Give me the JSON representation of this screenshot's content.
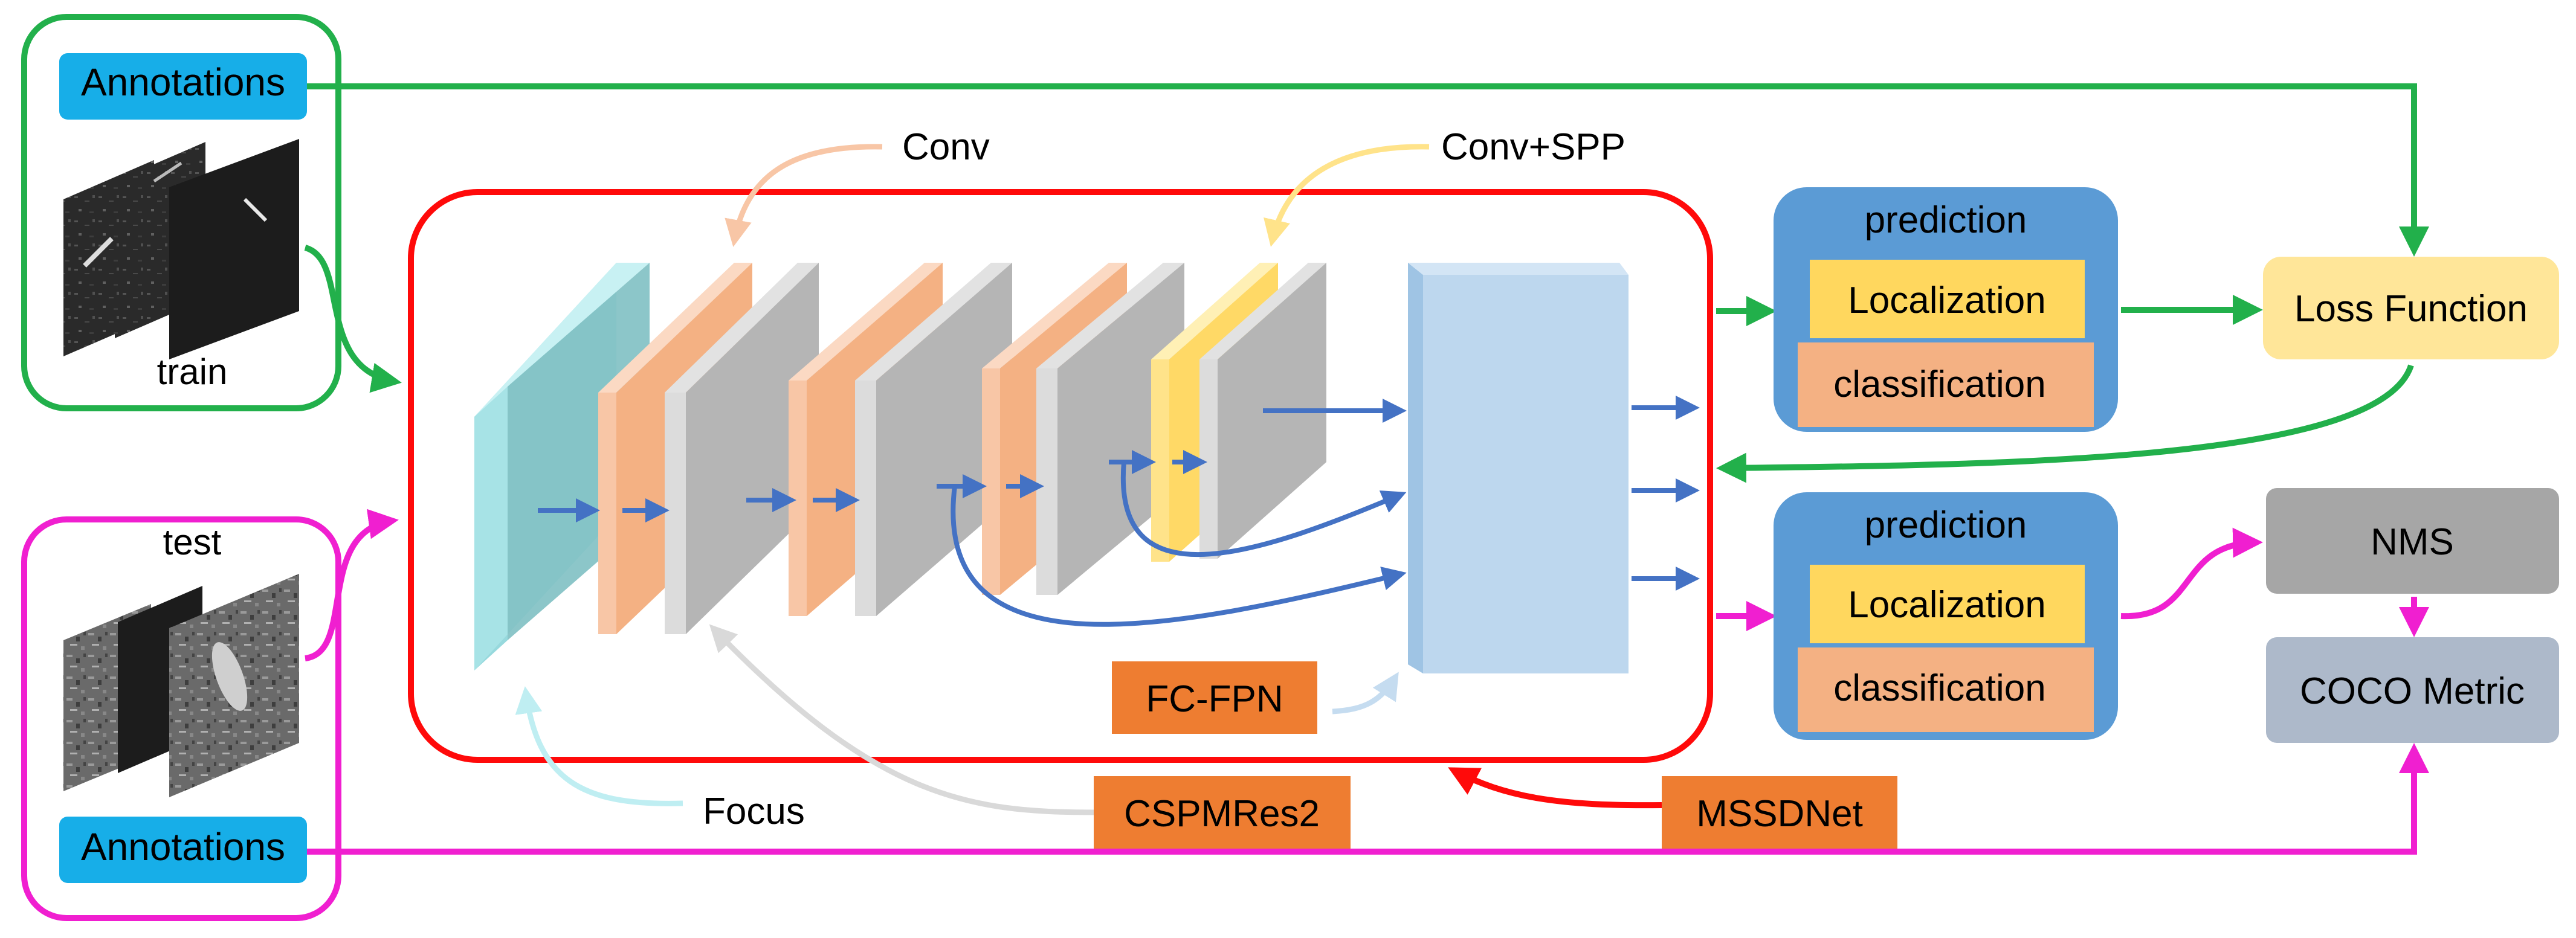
{
  "inputs": {
    "train": {
      "annotations_label": "Annotations",
      "label": "train"
    },
    "test": {
      "annotations_label": "Annotations",
      "label": "test"
    }
  },
  "backbone": {
    "conv_label": "Conv",
    "conv_spp_label": "Conv+SPP",
    "focus_label": "Focus",
    "cspmres2_label": "CSPMRes2",
    "fcfpn_label": "FC-FPN",
    "mssdnet_label": "MSSDNet"
  },
  "heads": [
    {
      "title": "prediction",
      "localization": "Localization",
      "classification": "classification"
    },
    {
      "title": "prediction",
      "localization": "Localization",
      "classification": "classification"
    }
  ],
  "outputs": {
    "loss": "Loss Function",
    "nms": "NMS",
    "coco": "COCO Metric"
  },
  "colors": {
    "train_path": "#22b04b",
    "test_path": "#f01fd0",
    "frame": "#ff0a0a",
    "flow": "#4472c4",
    "annotation_fill": "#17aee8",
    "orange_label": "#ee7d31",
    "head_fill": "#5b9bd5",
    "localization_fill": "#ffd75e",
    "classification_fill": "#f4b183",
    "loss_fill": "#ffe699",
    "nms_fill": "#a6a6a6",
    "coco_fill": "#adb9ca",
    "focus_layer": "#a9e4e8",
    "conv_layer": "#f8c6a6",
    "csp_layer": "#b5b5b5",
    "spp_layer": "#ffe38a",
    "fpn_block": "#bdd7ee"
  }
}
